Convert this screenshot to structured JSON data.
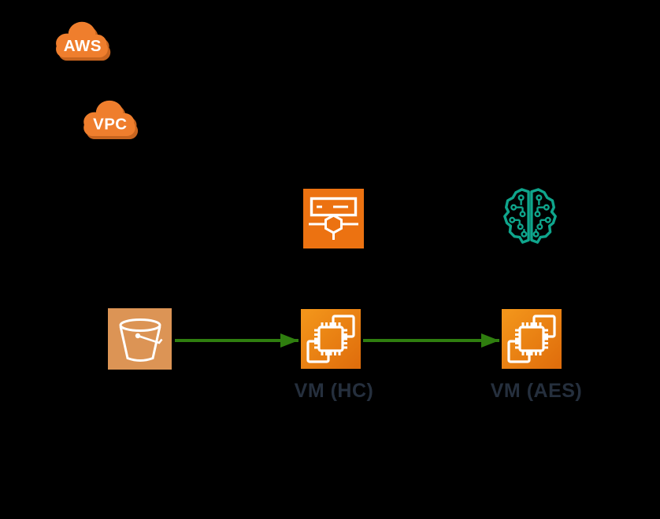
{
  "colors": {
    "background": "#000000",
    "cloud_fill": "#EF7E2D",
    "cloud_shadow": "#C8651F",
    "cloud_text": "#FFFFFF",
    "aws_orange": "#EC7211",
    "bucket_fill": "#DC9455",
    "icon_stroke": "#FFFFFF",
    "ml_teal": "#0FA58C",
    "vm_gradient_start": "#F2941A",
    "vm_gradient_end": "#E06E0C",
    "arrow_green": "#2F7E0F",
    "label_navy": "#252F3D"
  },
  "clouds": {
    "aws": {
      "label": "AWS"
    },
    "vpc": {
      "label": "VPC"
    }
  },
  "nodes": {
    "server": {
      "icon": "server-instance-icon"
    },
    "ml": {
      "icon": "machine-learning-brain-icon"
    },
    "bucket": {
      "icon": "s3-bucket-icon"
    },
    "vm_hc": {
      "icon": "ec2-chip-icon",
      "label": "VM (HC)"
    },
    "vm_aes": {
      "icon": "ec2-chip-icon",
      "label": "VM (AES)"
    }
  },
  "edges": [
    {
      "from": "s3-bucket",
      "to": "vm-hc",
      "style": "green-arrow"
    },
    {
      "from": "vm-hc",
      "to": "vm-aes",
      "style": "green-arrow"
    }
  ]
}
